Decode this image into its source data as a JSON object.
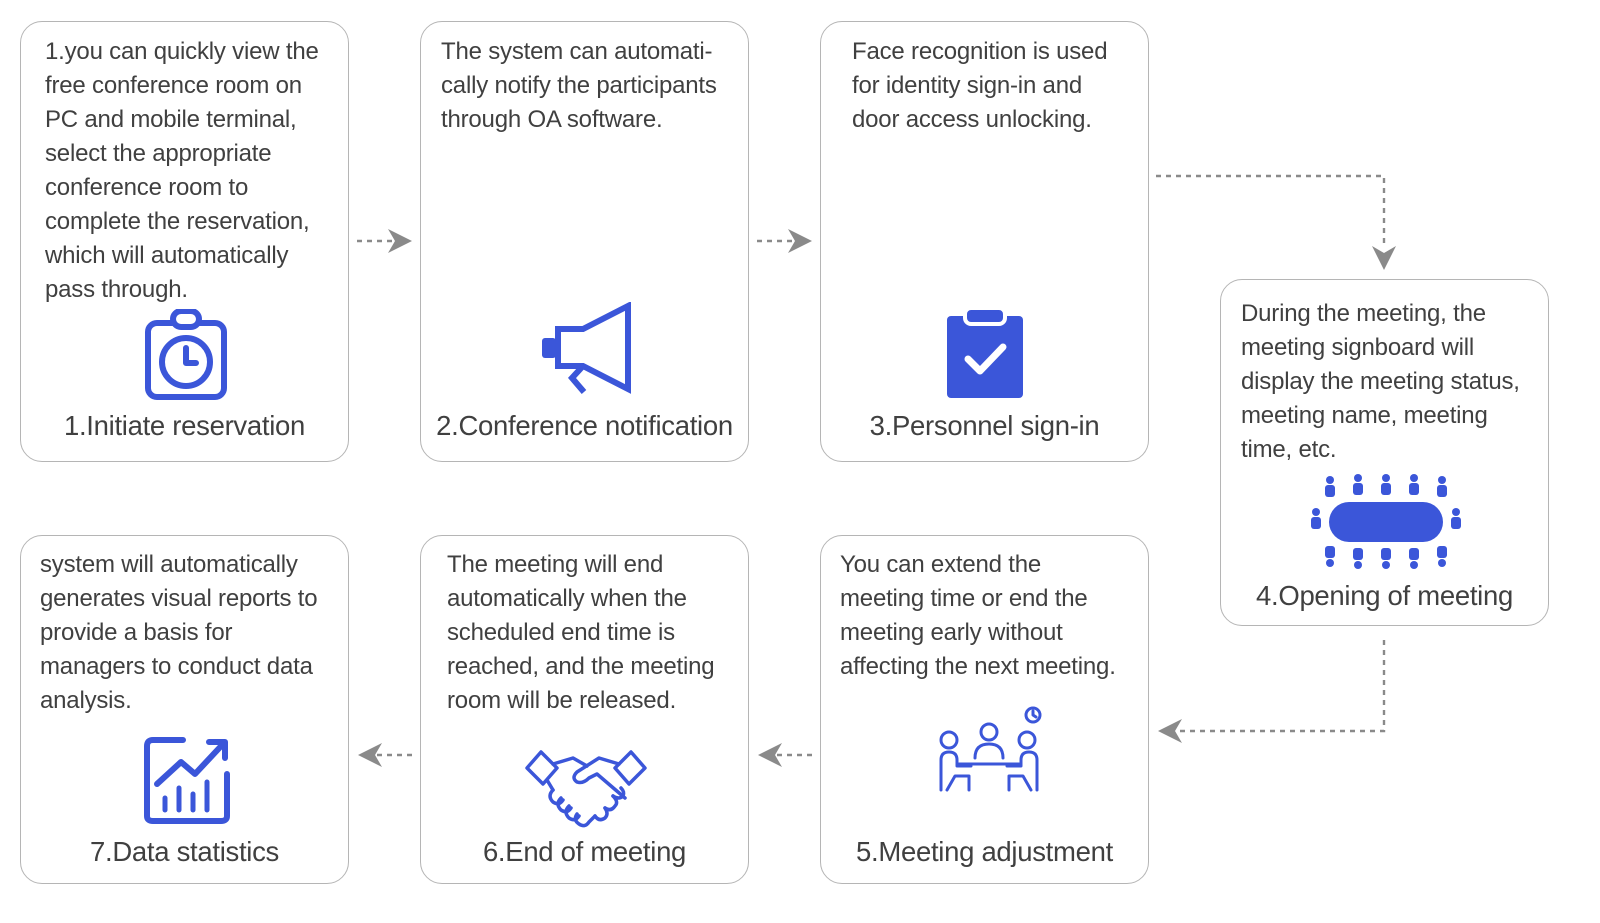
{
  "colors": {
    "accent": "#3b56d9",
    "border": "#b5b5b5",
    "text": "#404040",
    "arrow": "#8a8a8a"
  },
  "steps": [
    {
      "title": "1.Initiate reservation",
      "icon": "stopwatch-clipboard-icon",
      "description": "1.you can quickly view the\nfree conference room on\nPC and mobile terminal,\nselect the appropriate\nconference room to\ncomplete the reservation,\nwhich will automatically\npass through."
    },
    {
      "title": "2.Conference notification",
      "icon": "megaphone-icon",
      "description": "The system can automati-\ncally notify the participants\nthrough OA software."
    },
    {
      "title": "3.Personnel sign-in",
      "icon": "clipboard-check-icon",
      "description": "Face recognition is used\nfor identity sign-in and\ndoor access unlocking."
    },
    {
      "title": "4.Opening of meeting",
      "icon": "conference-table-icon",
      "description": "During the meeting, the\nmeeting signboard will\ndisplay the meeting status,\nmeeting name, meeting\ntime, etc."
    },
    {
      "title": "5.Meeting adjustment",
      "icon": "meeting-people-icon",
      "description": "You can extend the\nmeeting time or end the\nmeeting early without\naffecting the next meeting."
    },
    {
      "title": "6.End of meeting",
      "icon": "handshake-icon",
      "description": "The meeting will end\nautomatically when the\nscheduled end time is\nreached, and the meeting\nroom will be released."
    },
    {
      "title": "7.Data statistics",
      "icon": "bar-chart-growth-icon",
      "description": "system will automatically\ngenerates visual reports to\nprovide a basis for\nmanagers to conduct data\nanalysis."
    }
  ]
}
